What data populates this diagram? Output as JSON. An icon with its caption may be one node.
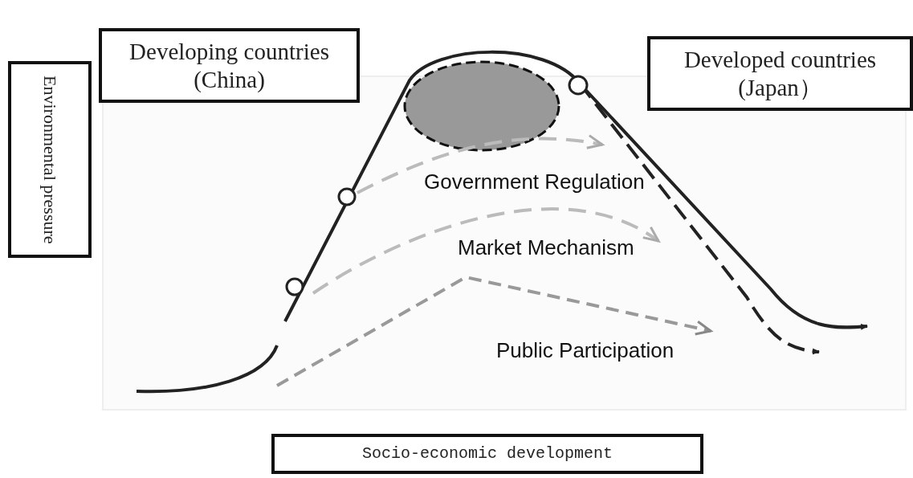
{
  "diagram": {
    "nodes": [
      {
        "text": [
          "Environmental pressure"
        ]
      },
      {
        "text": [
          "Developing countries (China)"
        ]
      },
      {
        "text": [
          "Developed countries (Japan）"
        ]
      },
      {
        "text": [
          "Socio-economic development"
        ]
      }
    ],
    "edges": [],
    "labels": [
      "Government Regulation",
      "Market Mechanism",
      "Public Participation"
    ]
  }
}
